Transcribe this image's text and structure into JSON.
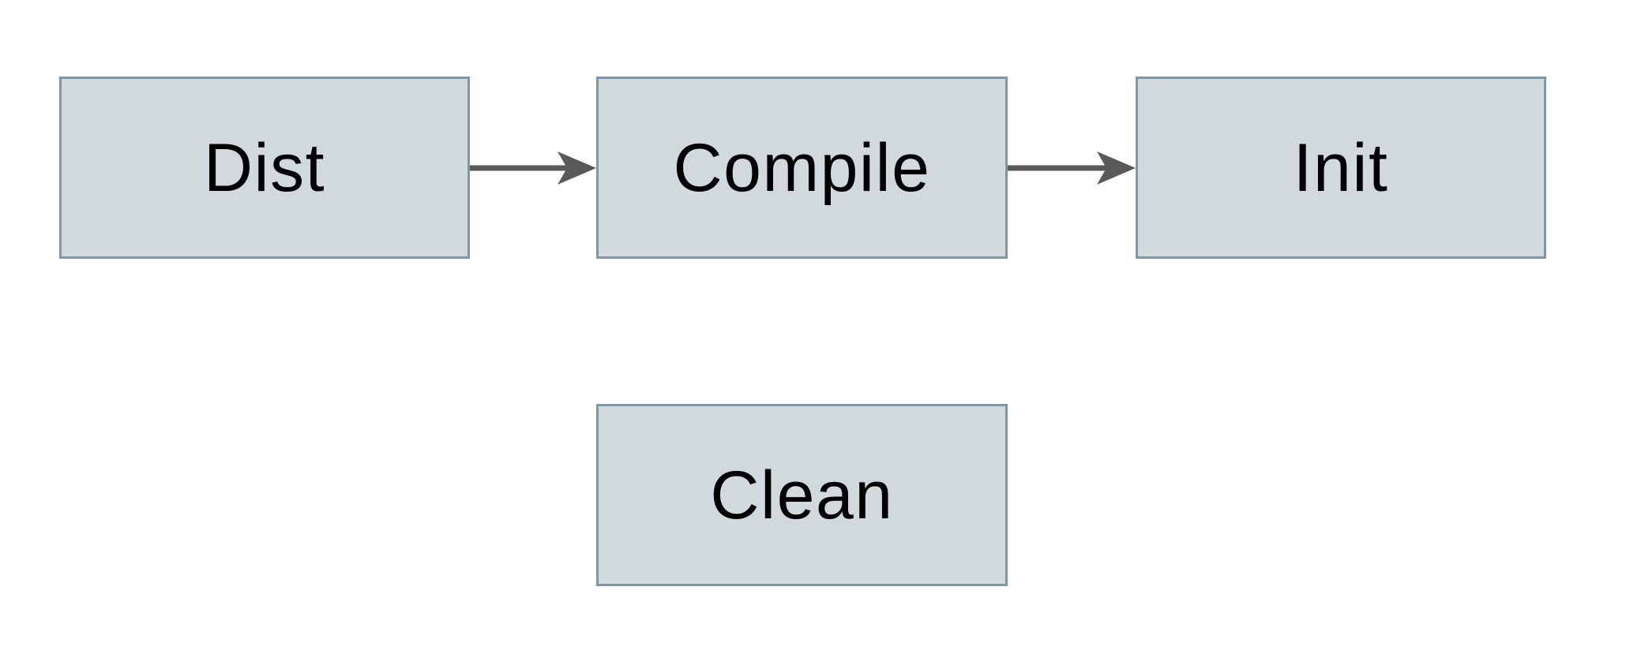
{
  "diagram": {
    "nodes": [
      {
        "id": "dist",
        "label": "Dist"
      },
      {
        "id": "compile",
        "label": "Compile"
      },
      {
        "id": "init",
        "label": "Init"
      },
      {
        "id": "clean",
        "label": "Clean"
      }
    ],
    "edges": [
      {
        "from": "Dist",
        "to": "Compile"
      },
      {
        "from": "Compile",
        "to": "Init"
      }
    ],
    "colors": {
      "background": "#ffffff",
      "node_fill": "#d2d9dc",
      "node_border": "#7d97a5",
      "arrow": "#595959",
      "text": "#000000"
    }
  }
}
